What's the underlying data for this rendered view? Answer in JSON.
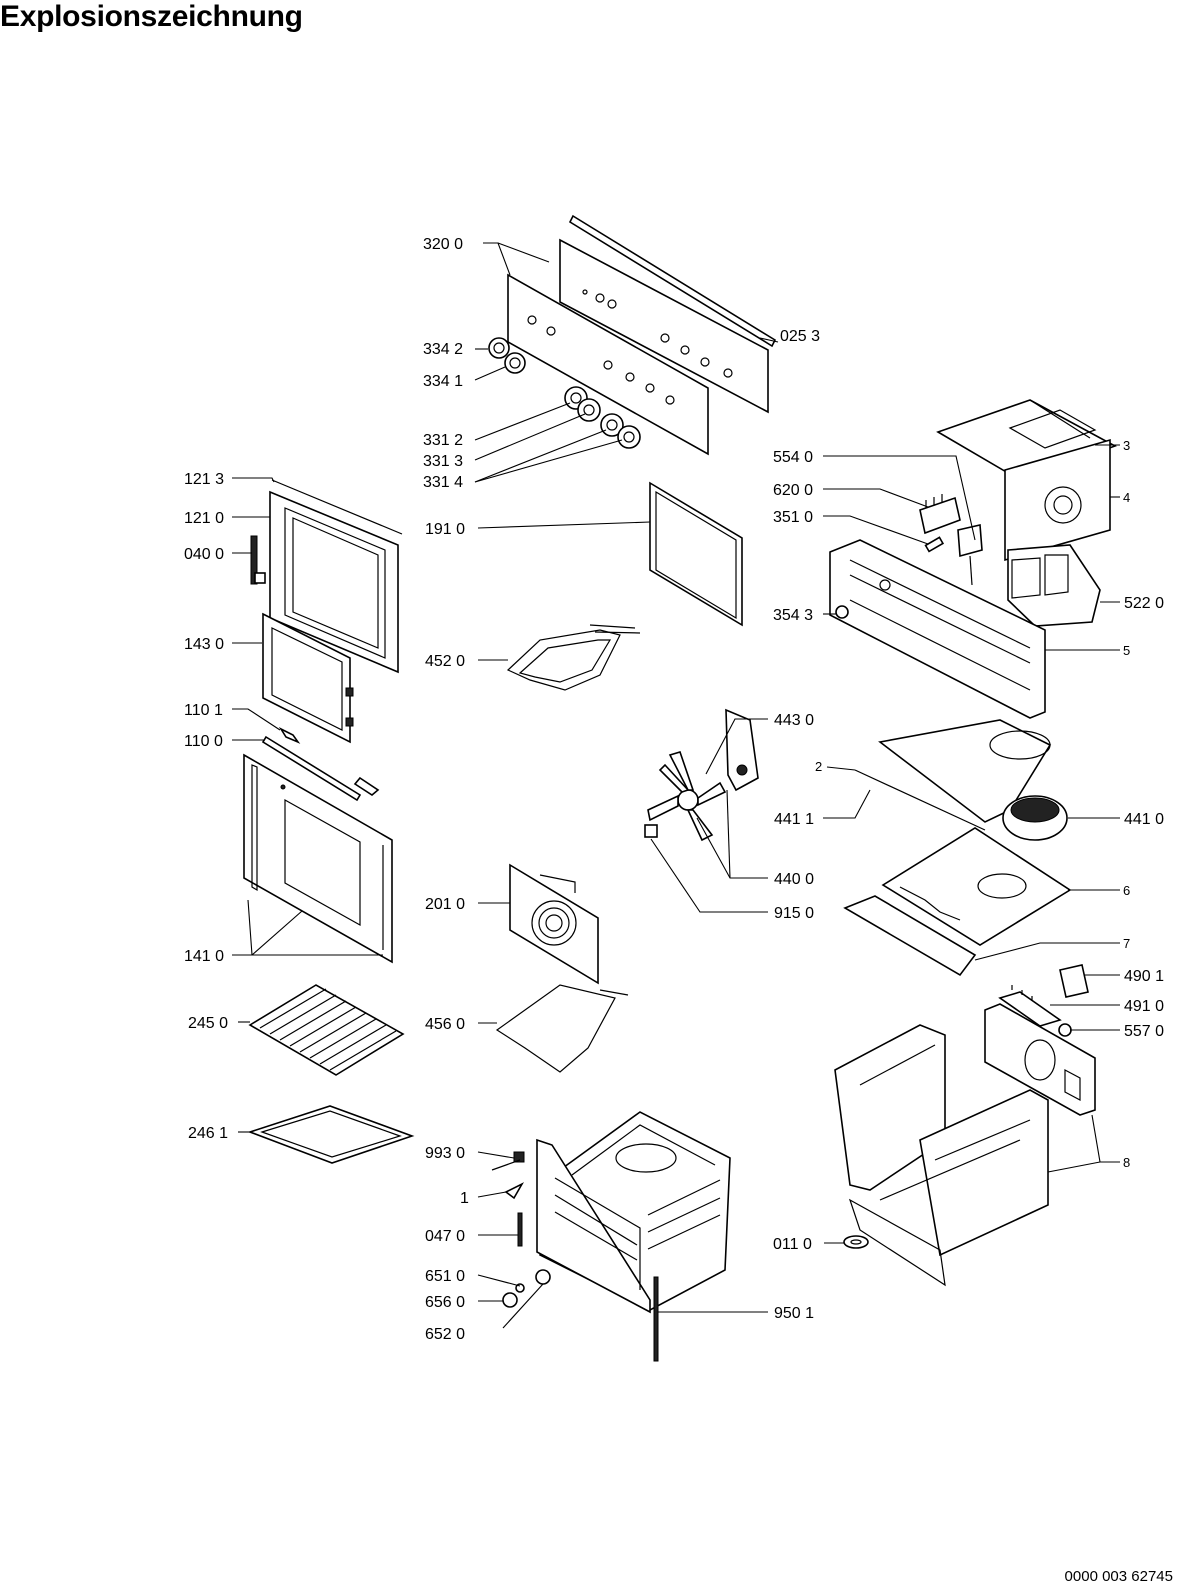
{
  "title": "Explosionszeichnung",
  "document_number": "0000 003 62745",
  "part_labels": {
    "p3200": "320 0",
    "p0253": "025 3",
    "p3342": "334 2",
    "p3341": "334 1",
    "p3312": "331 2",
    "p3313": "331 3",
    "p3314": "331 4",
    "p1213": "121 3",
    "p1210": "121 0",
    "p0400": "040 0",
    "p1430": "143 0",
    "p1101": "110 1",
    "p1100": "110 0",
    "p1410": "141 0",
    "p2450": "245 0",
    "p2461": "246 1",
    "p1910": "191 0",
    "p4520": "452 0",
    "p2010": "201 0",
    "p4560": "456 0",
    "p9930": "993 0",
    "p1": "1",
    "p0470": "047 0",
    "p6510": "651 0",
    "p6560": "656 0",
    "p6520": "652 0",
    "p9501": "950 1",
    "p5540": "554 0",
    "p6200": "620 0",
    "p3510": "351 0",
    "p3543": "354 3",
    "p5220": "522 0",
    "p3": "3",
    "p4": "4",
    "p5": "5",
    "p4430": "443 0",
    "p2": "2",
    "p4411": "441 1",
    "p4410": "441 0",
    "p4400": "440 0",
    "p9150": "915 0",
    "p6": "6",
    "p7": "7",
    "p4901": "490 1",
    "p4910": "491 0",
    "p5570": "557 0",
    "p8": "8",
    "p0110": "011 0"
  }
}
